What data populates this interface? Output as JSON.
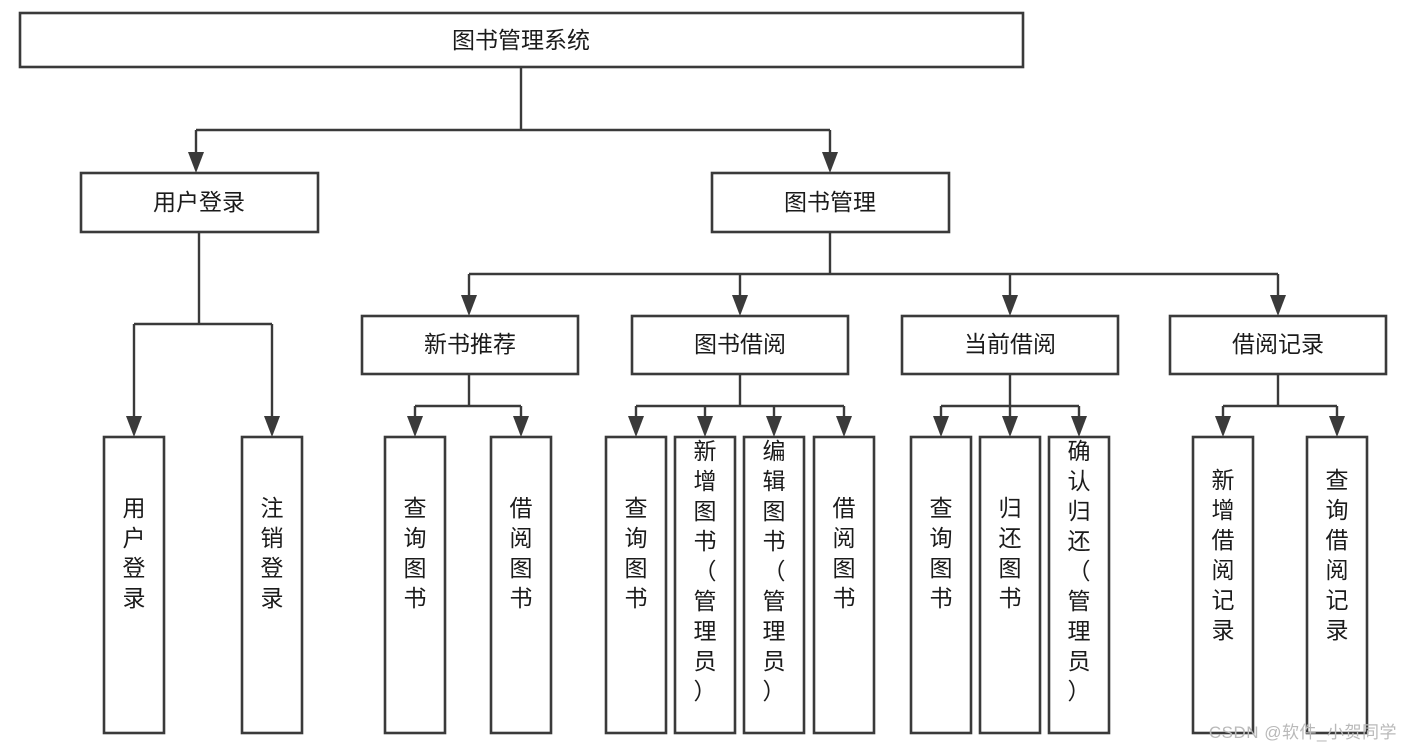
{
  "diagram": {
    "type": "tree-hierarchy-chart",
    "title": "图书管理系统",
    "background_color": "#ffffff",
    "box_border_color": "#3a3a3a",
    "box_fill_color": "#ffffff",
    "connector_color": "#3a3a3a",
    "root": {
      "label": "图书管理系统"
    },
    "level1": [
      {
        "label": "用户登录"
      },
      {
        "label": "图书管理"
      }
    ],
    "level2": [
      {
        "label": "新书推荐"
      },
      {
        "label": "图书借阅"
      },
      {
        "label": "当前借阅"
      },
      {
        "label": "借阅记录"
      }
    ],
    "leaves": {
      "user_login": [
        {
          "label": "用户登录"
        },
        {
          "label": "注销登录"
        }
      ],
      "new_book_recommend": [
        {
          "label": "查询图书"
        },
        {
          "label": "借阅图书"
        }
      ],
      "book_borrow": [
        {
          "label": "查询图书"
        },
        {
          "label": "新增图书（管理员）"
        },
        {
          "label": "编辑图书（管理员）"
        },
        {
          "label": "借阅图书"
        }
      ],
      "current_borrow": [
        {
          "label": "查询图书"
        },
        {
          "label": "归还图书"
        },
        {
          "label": "确认归还（管理员）"
        }
      ],
      "borrow_record": [
        {
          "label": "新增借阅记录"
        },
        {
          "label": "查询借阅记录"
        }
      ]
    }
  },
  "watermark": {
    "text": "CSDN @软件_小贺同学",
    "color": "#b9b9b9"
  }
}
